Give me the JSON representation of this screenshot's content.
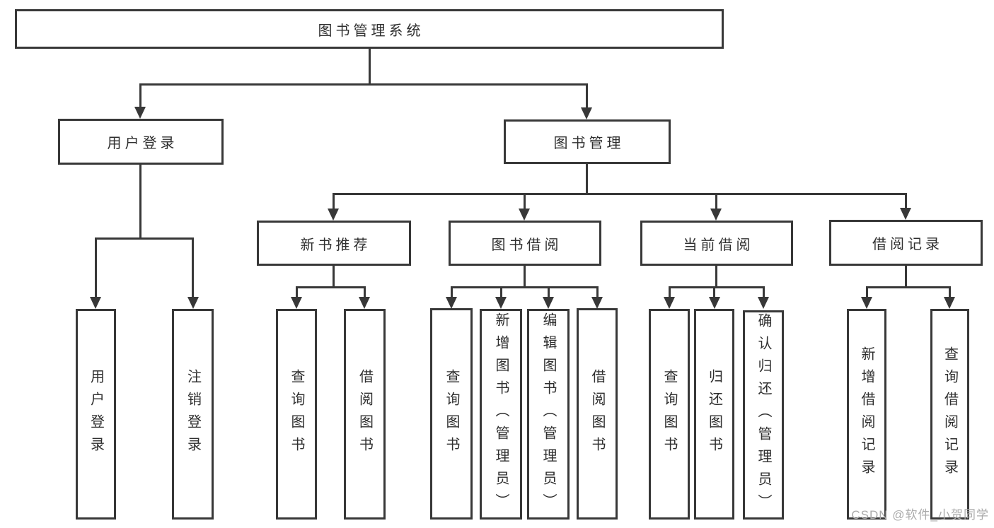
{
  "diagram": {
    "root": {
      "label": "图书管理系统"
    },
    "branches": [
      {
        "label": "用户登录",
        "children": [
          "用户登录",
          "注销登录"
        ]
      },
      {
        "label": "图书管理",
        "children": [
          {
            "label": "新书推荐",
            "children": [
              "查询图书",
              "借阅图书"
            ]
          },
          {
            "label": "图书借阅",
            "children": [
              "查询图书",
              "新增图书（管理员）",
              "编辑图书（管理员）",
              "借阅图书"
            ]
          },
          {
            "label": "当前借阅",
            "children": [
              "查询图书",
              "归还图书",
              "确认归还（管理员）"
            ]
          },
          {
            "label": "借阅记录",
            "children": [
              "新增借阅记录",
              "查询借阅记录"
            ]
          }
        ]
      }
    ]
  },
  "watermark": {
    "text": "CSDN @软件_小贺同学"
  },
  "colors": {
    "line": "#383838",
    "text": "#2f2f2f",
    "background": "#ffffff",
    "watermark": "#ababab"
  }
}
